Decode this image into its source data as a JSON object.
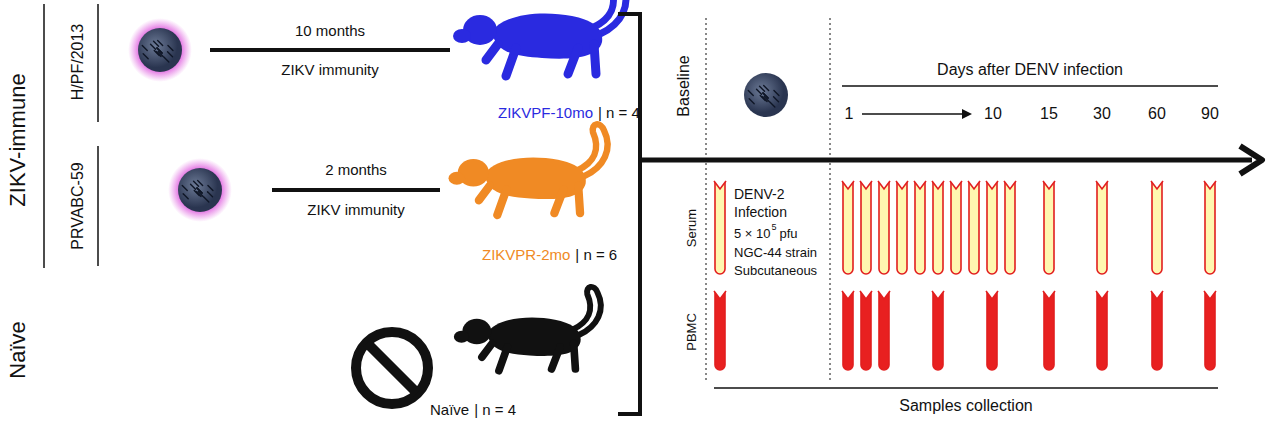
{
  "diagram": {
    "labels": [
      "ZIKV-immune",
      "H/PF/2013",
      "PRVABC-59",
      "Naïve",
      "10 months",
      "ZIKV immunity",
      "ZIKVPF-10mo",
      "| n = 4",
      "2 months",
      "ZIKV immunity",
      "ZIKVPR-2mo",
      "| n = 6",
      "Naïve",
      "| n = 4",
      "Baseline",
      "Days after DENV infection",
      "1",
      "10",
      "15",
      "30",
      "60",
      "90",
      "Serum",
      "PBMC",
      "DENV-2",
      "Infection",
      "5 × 10",
      "5",
      "pfu",
      "NGC-44 strain",
      "Subcutaneous",
      "Samples collection"
    ]
  }
}
